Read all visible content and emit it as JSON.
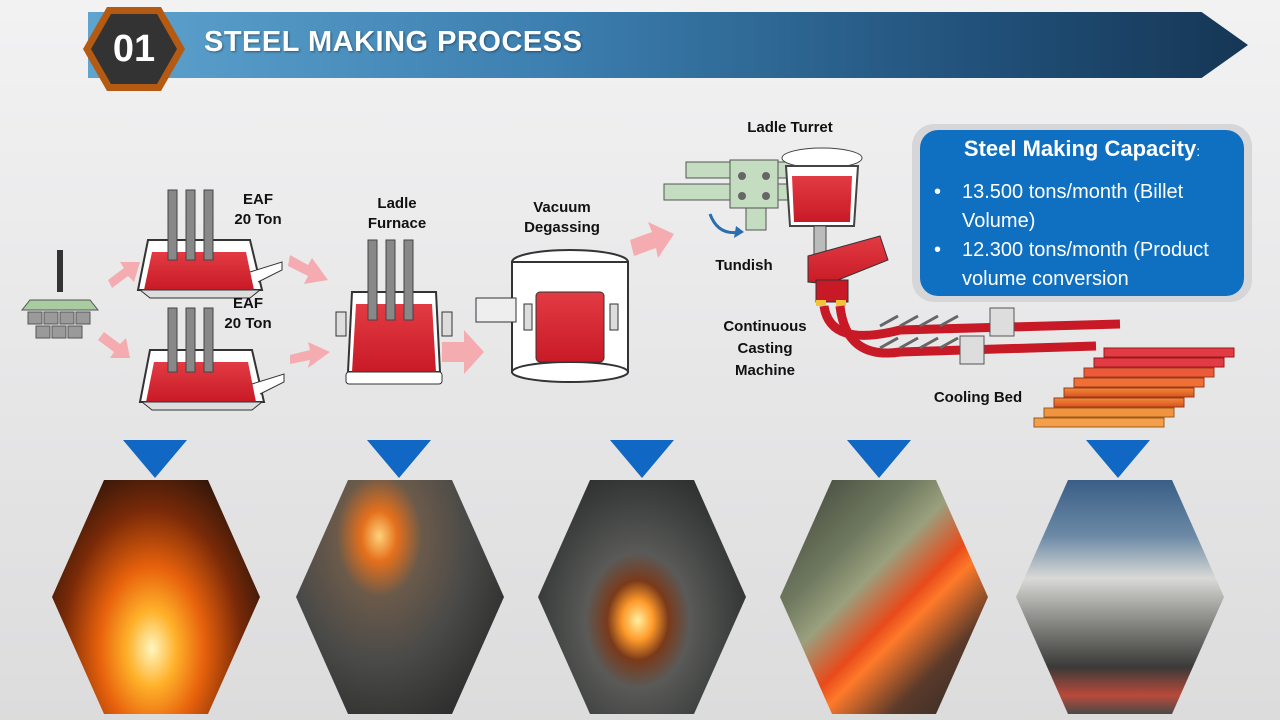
{
  "header": {
    "number": "01",
    "title": "STEEL MAKING PROCESS"
  },
  "labels": {
    "eaf_top": "EAF\n20 Ton",
    "eaf_bottom": "EAF\n20 Ton",
    "ladle_furnace": "Ladle\nFurnace",
    "vacuum_degassing": "Vacuum\nDegassing",
    "ladle_turret": "Ladle Turret",
    "tundish": "Tundish",
    "continuous_casting": "Continuous\nCasting\nMachine",
    "cooling_bed": "Cooling Bed"
  },
  "capacity": {
    "title": "Steel Making Capacity",
    "items": [
      "13.500 tons/month (Billet Volume)",
      "12.300 tons/month (Product volume conversion"
    ]
  },
  "photos": [
    {
      "name": "eaf-photo",
      "icon": "molten-pour"
    },
    {
      "name": "ladle-furnace-photo",
      "icon": "ladle-glow"
    },
    {
      "name": "vacuum-degassing-photo",
      "icon": "vessel-glow"
    },
    {
      "name": "continuous-casting-photo",
      "icon": "hot-billets"
    },
    {
      "name": "cooling-bed-photo",
      "icon": "billet-yard"
    }
  ],
  "colors": {
    "accent": "#1168c4",
    "molten": "#d9252f",
    "arrow": "#f6a9ae"
  }
}
